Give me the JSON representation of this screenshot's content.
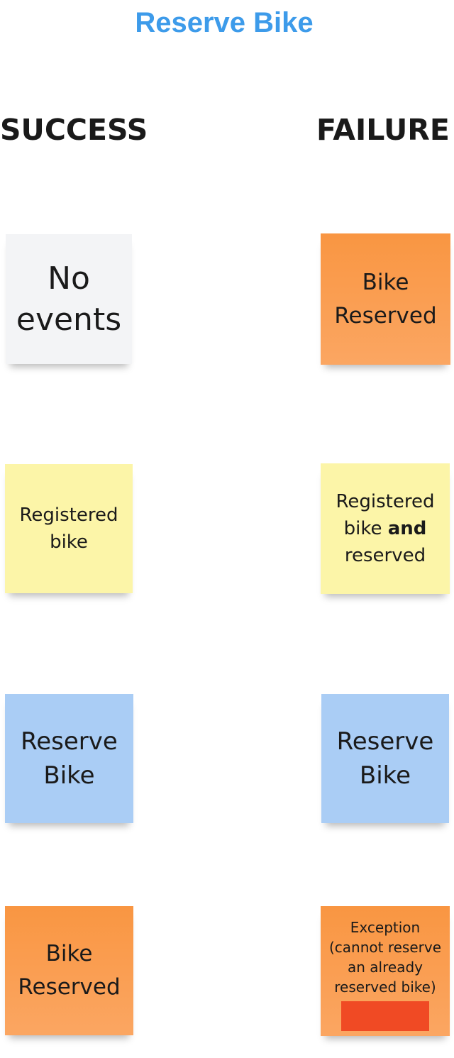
{
  "title": "Reserve Bike",
  "columns": {
    "success": "SUCCESS",
    "failure": "FAILURE"
  },
  "success_notes": [
    {
      "lines": [
        "No",
        "events"
      ],
      "color": "#f3f4f6"
    },
    {
      "lines": [
        "Registered",
        "bike"
      ],
      "color": "#fcf5a8"
    },
    {
      "lines": [
        "Reserve",
        "Bike"
      ],
      "color": "#aacdf5"
    },
    {
      "lines": [
        "Bike",
        "Reserved"
      ],
      "color": "#f99642"
    }
  ],
  "failure_notes": [
    {
      "lines": [
        "Bike",
        "Reserved"
      ],
      "color": "#f99642"
    },
    {
      "line1": "Registered",
      "line2_prefix": "bike",
      "line2_bold": "and",
      "line3": "reserved",
      "color": "#fcf5a8"
    },
    {
      "lines": [
        "Reserve",
        "Bike"
      ],
      "color": "#aacdf5"
    },
    {
      "lines": [
        "Exception",
        "(cannot reserve",
        "an already",
        "reserved bike)"
      ],
      "color": "#f99642",
      "marker_color": "#f04a24"
    }
  ]
}
